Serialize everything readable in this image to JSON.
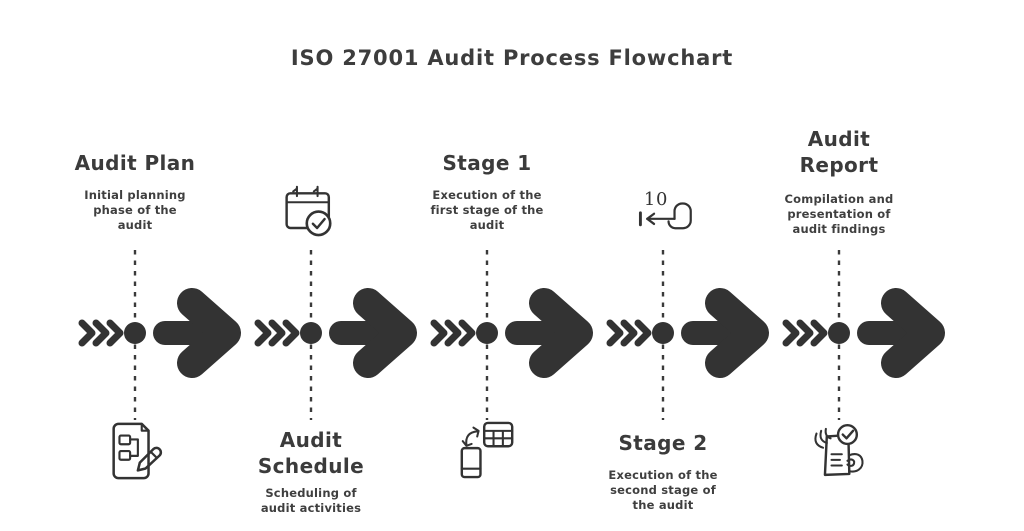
{
  "title": "ISO 27001 Audit Process Flowchart",
  "colors": {
    "ink": "#333333",
    "text": "#3b3b3b",
    "background": "#ffffff"
  },
  "timeline": {
    "segments": 5,
    "direction": "left-to-right"
  },
  "repeat_icon_label": "10",
  "stages": [
    {
      "title": "Audit Plan",
      "description": "Initial planning\nphase of the\naudit",
      "icon": "document-edit-icon",
      "label_position": "top"
    },
    {
      "title": "Audit\nSchedule",
      "description": "Scheduling of\naudit activities",
      "icon": "calendar-check-icon",
      "label_position": "bottom"
    },
    {
      "title": "Stage 1",
      "description": "Execution of the\nfirst stage of the\naudit",
      "icon": "device-sync-table-icon",
      "label_position": "top"
    },
    {
      "title": "Stage 2",
      "description": "Execution of the\nsecond stage of\nthe audit",
      "icon": "repeat-10-icon",
      "label_position": "bottom"
    },
    {
      "title": "Audit\nReport",
      "description": "Compilation and\npresentation of\naudit findings",
      "icon": "report-check-icon",
      "label_position": "top"
    }
  ]
}
